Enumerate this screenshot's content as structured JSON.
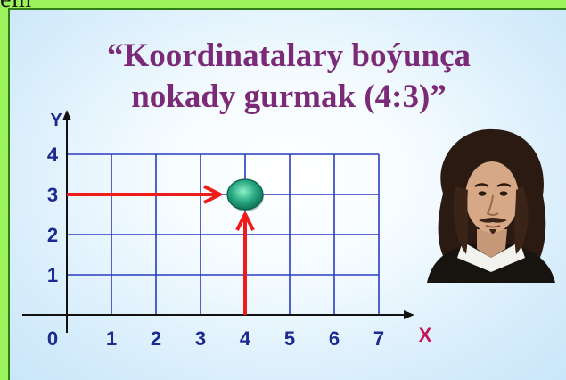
{
  "corner_text": "em",
  "title": {
    "line1": "“Koordinatalary boýunça",
    "line2": "nokady gurmak (4:3)”"
  },
  "axes": {
    "x_label": "X",
    "y_label": "Y",
    "origin_label": "0",
    "x_ticks": [
      "1",
      "2",
      "3",
      "4",
      "5",
      "6",
      "7"
    ],
    "y_ticks": [
      "1",
      "2",
      "3",
      "4"
    ]
  },
  "point": {
    "x": 4,
    "y": 3
  },
  "colors": {
    "grid": "#2a3cc0",
    "axis": "#111111",
    "arrow": "#ee1c1c",
    "point": "#1e9a78",
    "tick_labels": "#1c2a90",
    "title": "#7b2a78",
    "frame": "#9cf25a"
  },
  "portrait": {
    "icon": "portrait-illustration"
  }
}
